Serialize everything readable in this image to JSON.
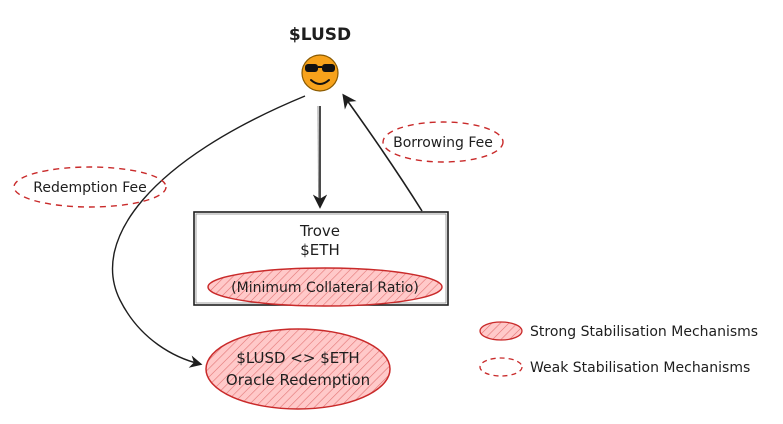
{
  "token": {
    "label": "$LUSD",
    "icon": "sunglasses-smiley-icon",
    "color": "#f7a21b"
  },
  "trove": {
    "title": "Trove",
    "asset": "$ETH",
    "mechanism": "(Minimum Collateral Ratio)"
  },
  "fees": {
    "redemption": "Redemption Fee",
    "borrowing": "Borrowing Fee"
  },
  "redemption": {
    "line1": "$LUSD <> $ETH",
    "line2": "Oracle Redemption"
  },
  "legend": {
    "strong": "Strong Stabilisation Mechanisms",
    "weak": "Weak Stabilisation Mechanisms"
  },
  "colors": {
    "accent_red": "#c92a2a",
    "fill_red": "#ffc9c9",
    "stroke": "#1e1e1e"
  }
}
